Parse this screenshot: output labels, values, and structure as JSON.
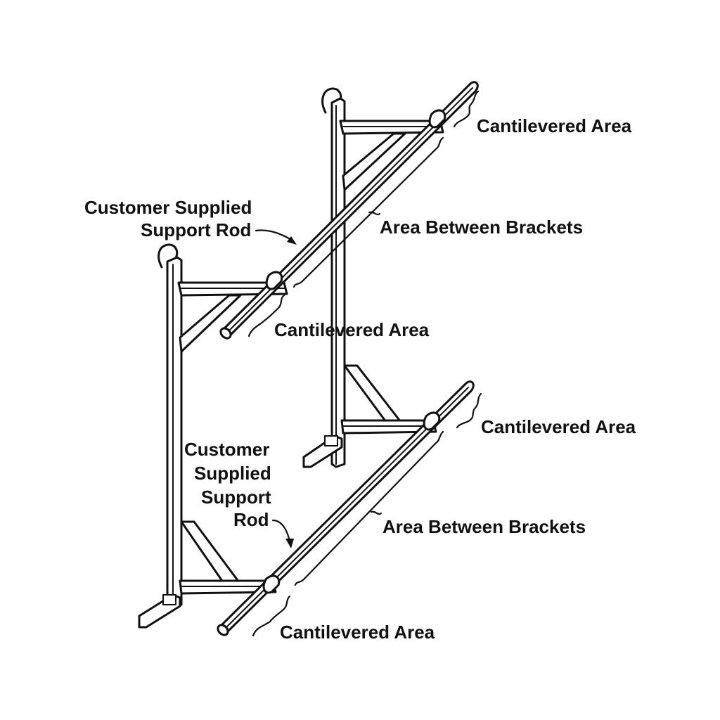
{
  "labels": {
    "cantilevered_top_right": "Cantilevered Area",
    "area_between_upper": "Area Between Brackets",
    "customer_rod_upper_line1": "Customer Supplied",
    "customer_rod_upper_line2": "Support Rod",
    "cantilevered_upper_mid": "Cantilevered Area",
    "cantilevered_lower_right": "Cantilevered Area",
    "customer_rod_lower_line1": "Customer",
    "customer_rod_lower_line2": "Supplied",
    "customer_rod_lower_line3": "Support",
    "customer_rod_lower_line4": "Rod",
    "area_between_lower": "Area Between Brackets",
    "cantilevered_bottom": "Cantilevered Area"
  },
  "colors": {
    "ink": "#111111",
    "background": "#ffffff"
  }
}
